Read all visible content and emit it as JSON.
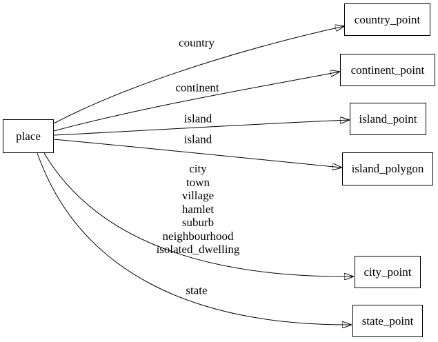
{
  "diagram": {
    "type": "directed-graph",
    "background_color": "#ffffff",
    "node_border_color": "#000000",
    "node_fill_color": "#ffffff",
    "edge_color": "#000000",
    "text_color": "#000000",
    "nodes": {
      "place": {
        "label": "place"
      },
      "country_point": {
        "label": "country_point"
      },
      "continent_point": {
        "label": "continent_point"
      },
      "island_point": {
        "label": "island_point"
      },
      "island_polygon": {
        "label": "island_polygon"
      },
      "city_point": {
        "label": "city_point"
      },
      "state_point": {
        "label": "state_point"
      }
    },
    "edges": [
      {
        "from": "place",
        "to": "country_point",
        "label": "country"
      },
      {
        "from": "place",
        "to": "continent_point",
        "label": "continent"
      },
      {
        "from": "place",
        "to": "island_point",
        "label": "island"
      },
      {
        "from": "place",
        "to": "island_polygon",
        "label": "island"
      },
      {
        "from": "place",
        "to": "city_point",
        "label": "city\ntown\nvillage\nhamlet\nsuburb\nneighbourhood\nisolated_dwelling"
      },
      {
        "from": "place",
        "to": "state_point",
        "label": "state"
      }
    ]
  }
}
